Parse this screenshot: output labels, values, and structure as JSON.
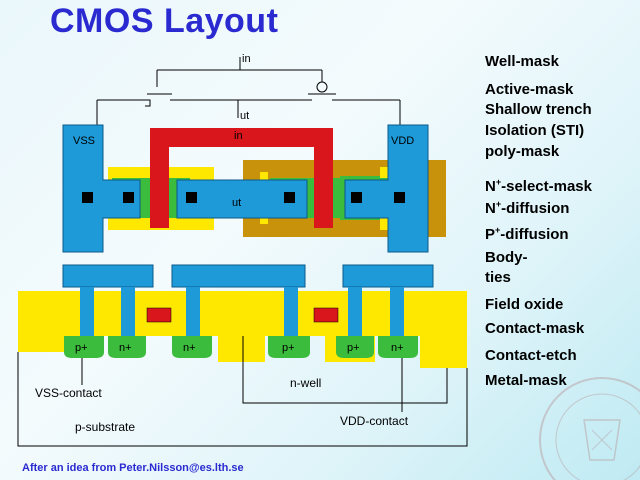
{
  "title": "CMOS Layout",
  "schematic": {
    "in": "in",
    "out": "ut"
  },
  "layout_labels": {
    "vss": "VSS",
    "vdd": "VDD",
    "in": "in",
    "out": "ut"
  },
  "cross_section": {
    "diffusions": [
      "p+",
      "n+",
      "n+",
      "p+",
      "p+",
      "n+"
    ],
    "nwell": "n-well",
    "vss_contact": "VSS-contact",
    "vdd_contact": "VDD-contact",
    "substrate": "p-substrate"
  },
  "legend": [
    {
      "id": "well",
      "text": "Well-mask"
    },
    {
      "id": "active",
      "text": "Active-mask"
    },
    {
      "id": "sti1",
      "text": "Shallow trench"
    },
    {
      "id": "sti2",
      "text": "Isolation (STI)"
    },
    {
      "id": "poly",
      "text": "poly-mask"
    },
    {
      "id": "nselect",
      "prefix": "N",
      "sup": "+",
      "suffix": "-select-mask"
    },
    {
      "id": "ndiff",
      "prefix": "N",
      "sup": "+",
      "suffix": "-diffusion"
    },
    {
      "id": "pdiff",
      "prefix": "P",
      "sup": "+",
      "suffix": "-diffusion"
    },
    {
      "id": "body1",
      "text": "Body-"
    },
    {
      "id": "body2",
      "text": "ties"
    },
    {
      "id": "fieldox",
      "text": "Field oxide"
    },
    {
      "id": "contactmask",
      "text": "Contact-mask"
    },
    {
      "id": "contactetch",
      "text": "Contact-etch"
    },
    {
      "id": "metal",
      "text": "Metal-mask"
    }
  ],
  "footer": "After an idea from Peter.Nilsson@es.lth.se",
  "colors": {
    "metal": "#1e9ad8",
    "poly": "#d8161c",
    "well": "#c8920a",
    "nselect": "#ffe800",
    "diffusion": "#3cbc3c",
    "oxide": "#ffe800",
    "contact": "#000000"
  }
}
